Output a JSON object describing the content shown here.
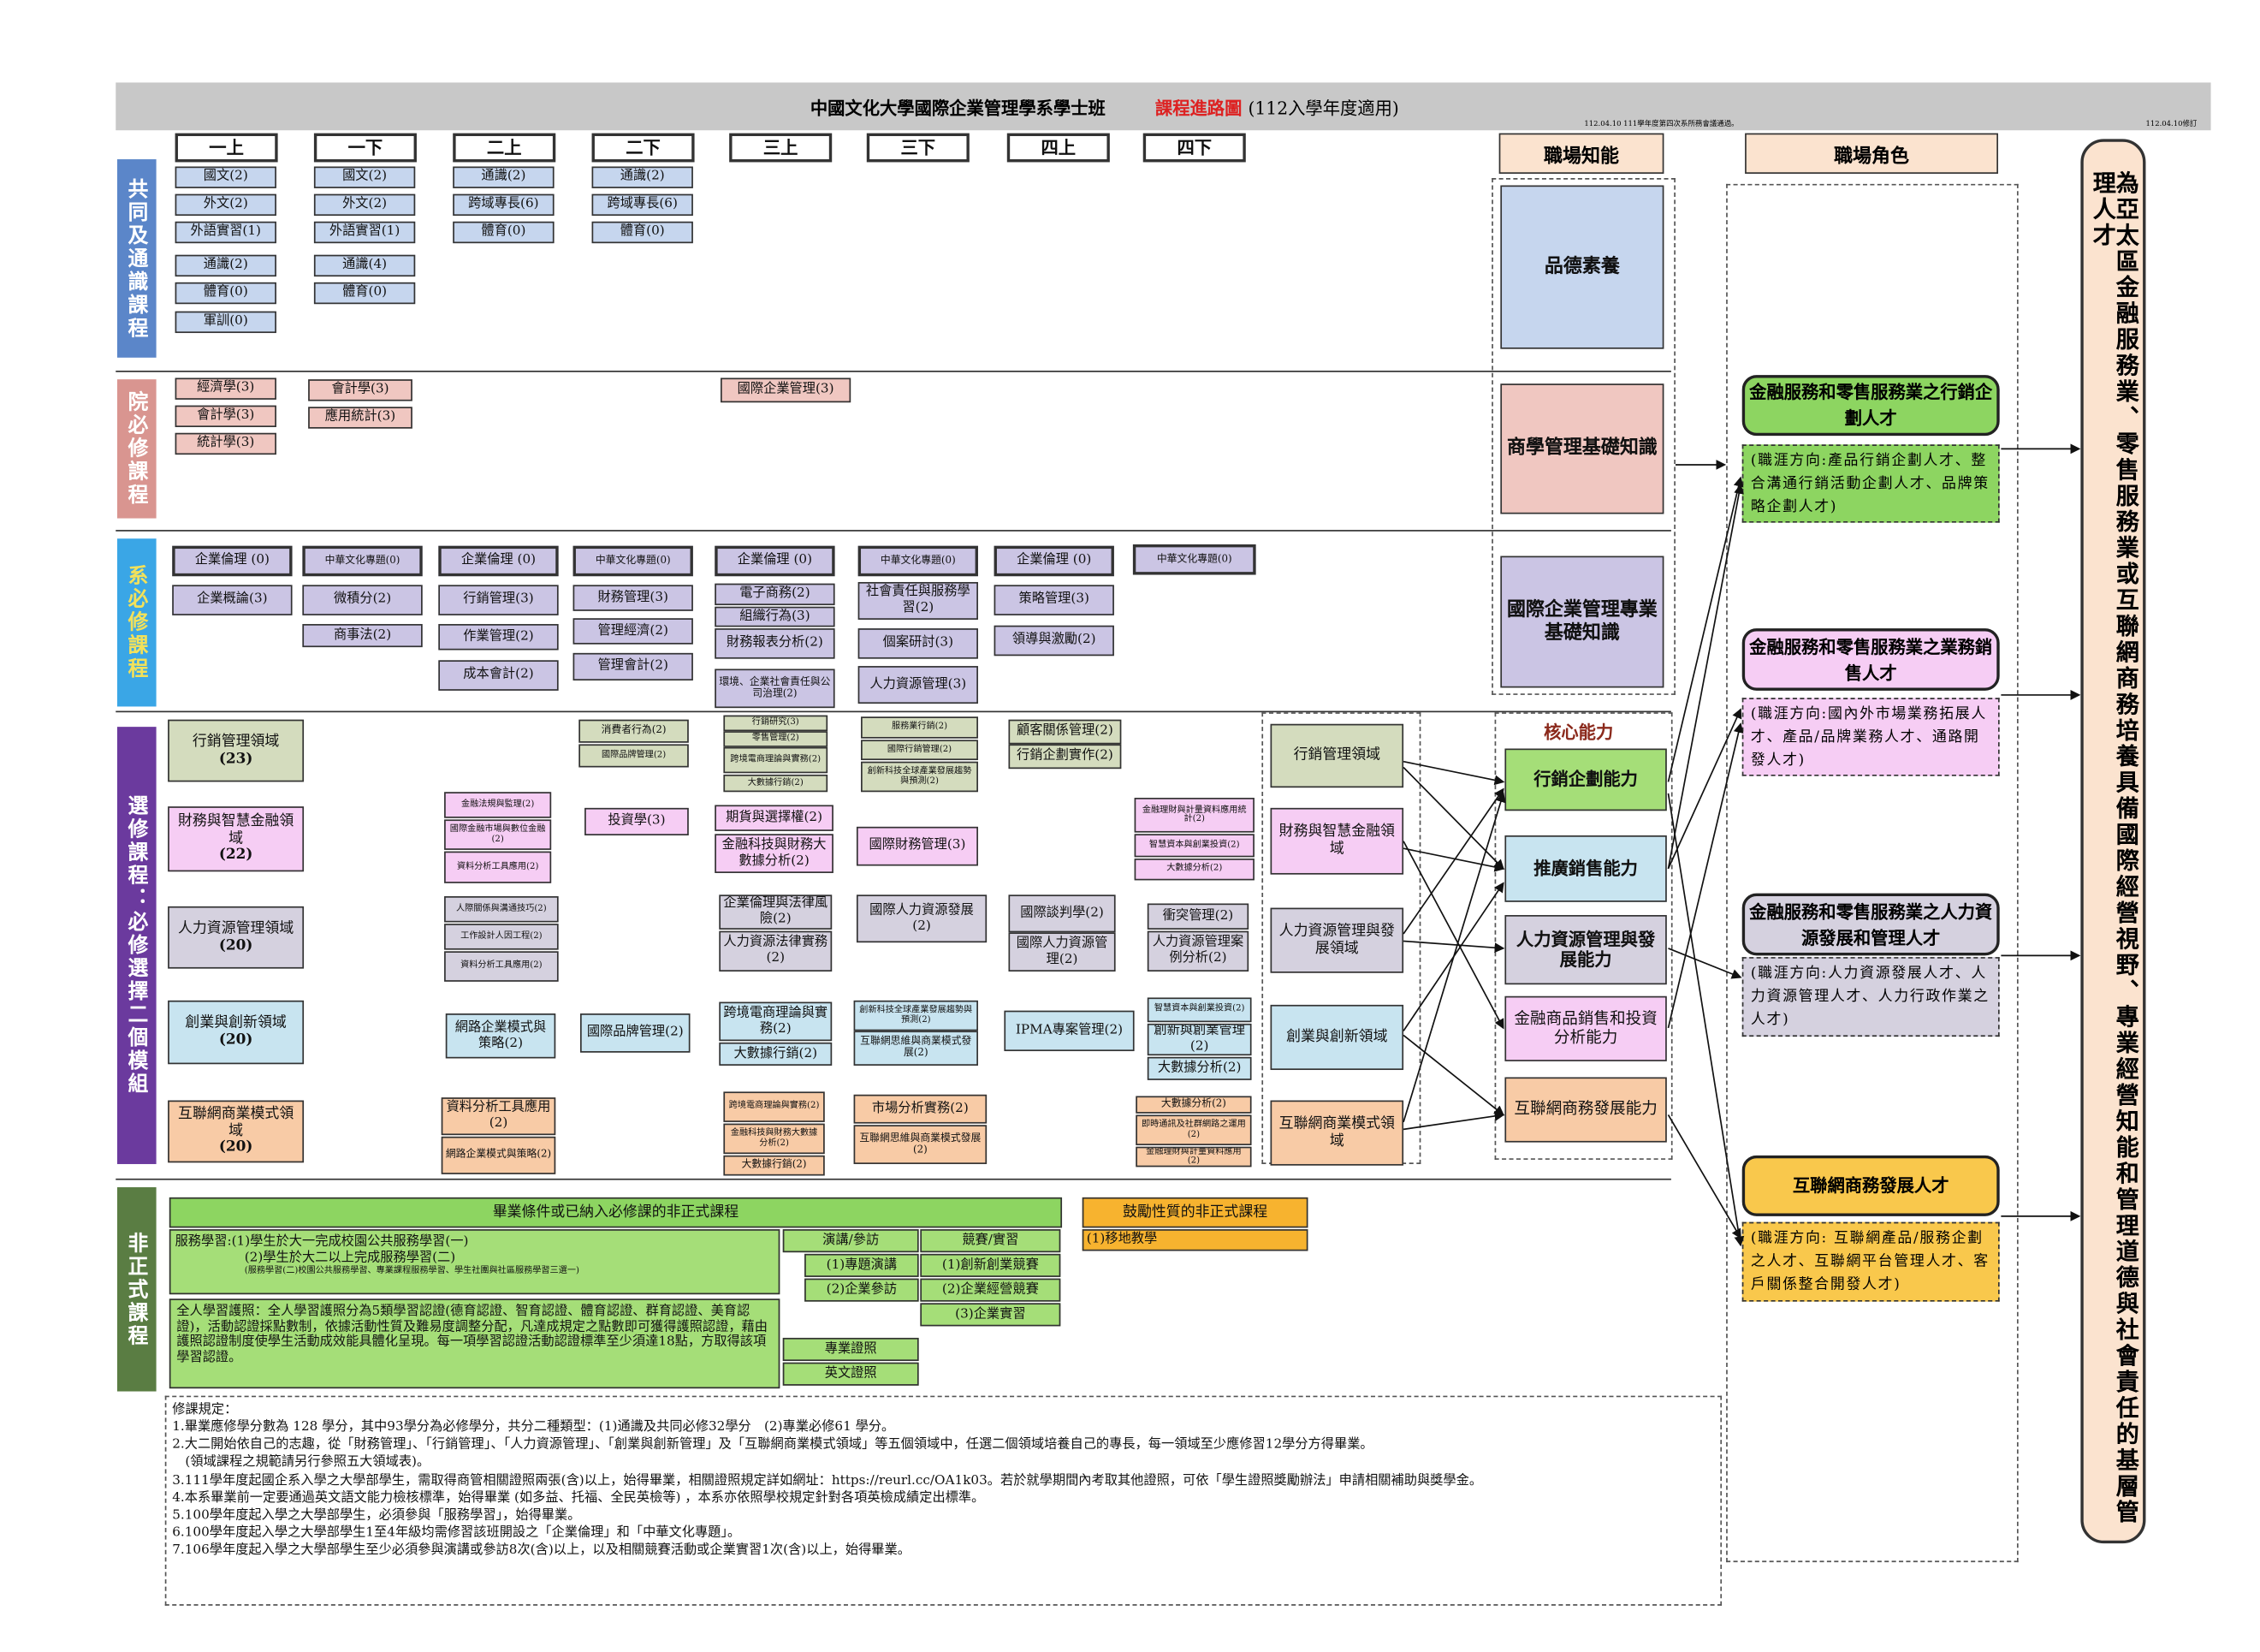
{
  "header": {
    "title": "中國文化大學國際企業管理學系學士班",
    "title_red": "課程進路圖",
    "title_tail": "(112入學年度適用)",
    "meeting_note": "112.04.10 111學年度第四次系所務會議通過。",
    "revised": "112.04.10修訂"
  },
  "semesters": [
    "一上",
    "一下",
    "二上",
    "二下",
    "三上",
    "三下",
    "四上",
    "四下"
  ],
  "sections": {
    "common": "共同及通識課程",
    "college": "院必修課程",
    "dept": "系必修課程",
    "elective": "選修課程：必修選擇二個模組",
    "informal": "非正式課程"
  },
  "common": {
    "c1": [
      "國文(2)",
      "外文(2)",
      "外語實習(1)",
      "通識(2)",
      "體育(0)",
      "軍訓(0)"
    ],
    "c2": [
      "國文(2)",
      "外文(2)",
      "外語實習(1)",
      "通識(4)",
      "體育(0)"
    ],
    "c3": [
      "通識(2)",
      "跨域專長(6)",
      "體育(0)"
    ],
    "c4": [
      "通識(2)",
      "跨域專長(6)",
      "體育(0)"
    ]
  },
  "college": {
    "c1": [
      "經濟學(3)",
      "會計學(3)",
      "統計學(3)"
    ],
    "c2": [
      "會計學(3)",
      "應用統計(3)"
    ],
    "c5": [
      "國際企業管理(3)"
    ]
  },
  "dept": {
    "ethics": [
      "企業倫理 (0)",
      "中華文化專題(0)",
      "企業倫理 (0)",
      "中華文化專題(0)",
      "企業倫理 (0)",
      "中華文化專題(0)",
      "企業倫理 (0)",
      "中華文化專題(0)"
    ],
    "c1": [
      "企業概論(3)"
    ],
    "c2": [
      "微積分(2)",
      "商事法(2)"
    ],
    "c3": [
      "行銷管理(3)",
      "作業管理(2)",
      "成本會計(2)"
    ],
    "c4": [
      "財務管理(3)",
      "管理經濟(2)",
      "管理會計(2)"
    ],
    "c5": [
      "電子商務(2)",
      "組織行為(3)",
      "財務報表分析(2)",
      "環境、企業社會責任與公司治理(2)"
    ],
    "c6": [
      "社會責任與服務學習(2)",
      "個案研討(3)",
      "人力資源管理(3)"
    ],
    "c7": [
      "策略管理(3)",
      "領導與激勵(2)"
    ]
  },
  "modules": [
    {
      "name": "行銷管理領域",
      "credit": "(23)",
      "courses": [
        [
          "消費者行為(2)",
          "國際品牌管理(2)"
        ],
        [
          "行銷研究(3)",
          "零售管理(2)",
          "跨境電商理論與實務(2)",
          "大數據行銷(2)"
        ],
        [
          "服務業行銷(2)",
          "國際行銷管理(2)",
          "創新科技全球產業發展趨勢與預測(2)"
        ],
        [
          "顧客關係管理(2)",
          "行銷企劃實作(2)"
        ]
      ]
    },
    {
      "name": "財務與智慧金融領域",
      "credit": "(22)",
      "courses": [
        [
          "金融法規與監理(2)",
          "國際金融市場與數位金融(2)",
          "資料分析工具應用(2)"
        ],
        [
          "投資學(3)"
        ],
        [
          "期貨與選擇權(2)",
          "金融科技與財務大數據分析(2)"
        ],
        [
          "國際財務管理(3)"
        ],
        [
          "金融理財與計量資料應用統計(2)",
          "智慧資本與創業投資(2)",
          "大數據分析(2)"
        ]
      ]
    },
    {
      "name": "人力資源管理領域",
      "credit": "(20)",
      "courses": [
        [
          "人際關係與溝通技巧(2)",
          "工作設計人因工程(2)",
          "資料分析工具應用(2)"
        ],
        [
          "企業倫理與法律風險(2)",
          "人力資源法律實務(2)"
        ],
        [
          "國際人力資源發展(2)"
        ],
        [
          "國際談判學(2)",
          "國際人力資源管理(2)"
        ],
        [
          "衝突管理(2)",
          "人力資源管理案例分析(2)"
        ]
      ]
    },
    {
      "name": "創業與創新領域",
      "credit": "(20)",
      "courses": [
        [
          "網路企業模式與策略(2)"
        ],
        [
          "國際品牌管理(2)"
        ],
        [
          "跨境電商理論與實務(2)",
          "大數據行銷(2)"
        ],
        [
          "創新科技全球產業發展趨勢與預測(2)",
          "互聯網思維與商業模式發展(2)"
        ],
        [
          "IPMA專案管理(2)"
        ],
        [
          "智慧資本與創業投資(2)",
          "創新與創業管理(2)",
          "大數據分析(2)"
        ]
      ]
    },
    {
      "name": "互聯網商業模式領域",
      "credit": "(20)",
      "courses": [
        [
          "資料分析工具應用(2)",
          "網路企業模式與策略(2)"
        ],
        [
          "跨境電商理論與實務(2)",
          "金融科技與財務大數據分析(2)",
          "大數據行銷(2)"
        ],
        [
          "市場分析實務(2)",
          "互聯網思維與商業模式發展(2)"
        ],
        [
          "大數據分析(2)",
          "即時通訊及社群網路之運用(2)",
          "金融理財與計量資料應用(2)"
        ]
      ]
    }
  ],
  "informal": {
    "title": "畢業條件或已納入必修課的非正式課程",
    "service1": "服務學習:(1)學生於大一完成校園公共服務學習(一)",
    "service2": "(2)學生於大二以上完成服務學習(二)",
    "service_note": "(服務學習(二)校園公共服務學習、專業課程服務學習、學生社團與社區服務學習三選一)",
    "holistic": "全人學習護照：全人學習護照分為5類學習認證(德育認證、智育認證、體育認證、群育認證、美育認證)，活動認證採點數制，依據活動性質及難易度調整分配，凡達成規定之點數即可獲得護照認證，藉由護照認證制度使學生活動成效能具體化呈現。每一項學習認證活動認證標準至少須達18點，方取得該項學習認證。",
    "talk_head": "演講/參訪",
    "talk": [
      "(1)專題演講",
      "(2)企業參訪"
    ],
    "comp_head": "競賽/實習",
    "comp": [
      "(1)創新創業競賽",
      "(2)企業經營競賽",
      "(3)企業實習"
    ],
    "cert": [
      "專業證照",
      "英文證照"
    ],
    "encourage_head": "鼓勵性質的非正式課程",
    "encourage": [
      "(1)移地教學"
    ]
  },
  "rules": [
    "修課規定：",
    "1.畢業應修學分數為 128 學分，其中93學分為必修學分，共分二種類型：(1)通識及共同必修32學分　(2)專業必修61 學分。",
    "2.大二開始依自己的志趣，從「財務管理」、「行銷管理」、「人力資源管理」、「創業與創新管理」及「互聯網商業模式領域」等五個領域中，任選二個領域培養自己的專長，每一領域至少應修習12學分方得畢業。",
    "　(領域課程之規範請另行參照五大領域表)。",
    "3.111學年度起國企系入學之大學部學生，需取得商管相關證照兩張(含)以上，始得畢業，相關證照規定詳如網址：https://reurl.cc/OA1k03。若於就學期間內考取其他證照，可依「學生證照獎勵辦法」申請相關補助與獎學金。",
    "4.本系畢業前一定要通過英文語文能力檢核標準，始得畢業 (如多益、托福、全民英檢等) ，本系亦依照學校規定針對各項英檢成績定出標準。",
    "5.100學年度起入學之大學部學生，必須參與「服務學習」，始得畢業。",
    "6.100學年度起入學之大學部學生1至4年級均需修習該班開設之「企業倫理」和「中華文化專題」。",
    "7.106學年度起入學之大學部學生至少必須參與演講或參訪8次(含)以上，以及相關競賽活動或企業實習1次(含)以上，始得畢業。"
  ],
  "competence": {
    "head": "職場知能",
    "items": [
      "品德素養",
      "商學管理基礎知識",
      "國際企業管理專業基礎知識"
    ]
  },
  "core": {
    "head": "核心能力",
    "domains": [
      "行銷管理領域",
      "財務與智慧金融領域",
      "人力資源管理與發展領域",
      "創業與創新領域",
      "互聯網商業模式領域"
    ],
    "abilities": [
      "行銷企劃能力",
      "推廣銷售能力",
      "人力資源管理與發展能力",
      "金融商品銷售和投資分析能力",
      "互聯網商務發展能力"
    ]
  },
  "roles": {
    "head": "職場角色",
    "items": [
      {
        "title": "金融服務和零售服務業之行銷企劃人才",
        "desc": "(職涯方向:產品行銷企劃人才、整合溝通行銷活動企劃人才、品牌策略企劃人才)"
      },
      {
        "title": "金融服務和零售服務業之業務銷售人才",
        "desc": "(職涯方向:國內外市場業務拓展人才、產品/品牌業務人才、通路開發人才)"
      },
      {
        "title": "金融服務和零售服務業之人力資源發展和管理人才",
        "desc": "(職涯方向:人力資源發展人才、人力資源管理人才、人力行政作業之人才)"
      },
      {
        "title": "互聯網商務發展人才",
        "desc": "(職涯方向: 互聯網產品/服務企劃之人才、互聯網平台管理人才、客戶關係整合開發人才)"
      }
    ]
  },
  "goal": "為亞太區金融服務業、零售服務業或互聯網商務培養具備國際經營視野、專業經營知能和管理道德與社會責任的基層管理人才",
  "colors": {
    "common": "#5b86c9",
    "college": "#d99590",
    "dept": "#3aa6e6",
    "elective": "#6b3a9e",
    "informal": "#5a7d43",
    "header": "#c8c8c8"
  }
}
